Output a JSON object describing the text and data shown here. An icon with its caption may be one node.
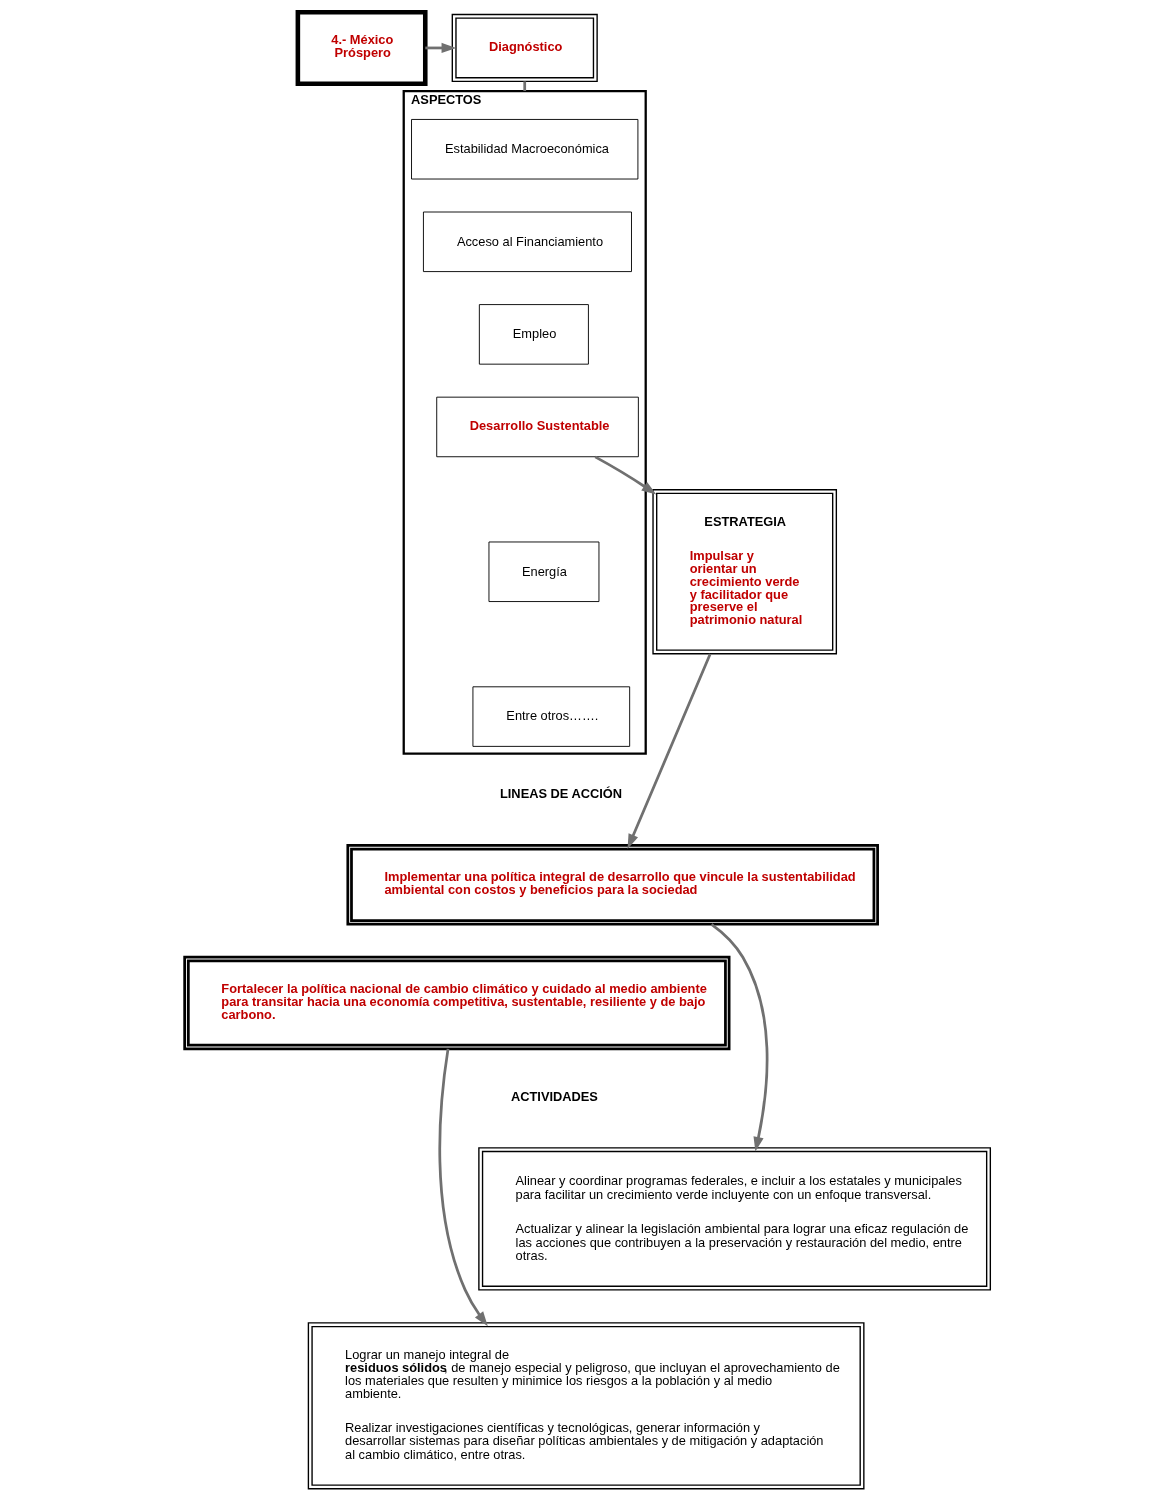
{
  "diagram": {
    "nodes": [
      {
        "text": [
          "4.- México Próspero"
        ]
      },
      {
        "text": [
          "Diagnóstico"
        ]
      },
      {
        "text": [
          "ASPECTOS"
        ]
      },
      {
        "text": [
          "Estabilidad Macroeconómica"
        ],
        "in": 2
      },
      {
        "text": [
          "Acceso al Financiamiento"
        ],
        "in": 2
      },
      {
        "text": [
          "Empleo"
        ],
        "in": 2
      },
      {
        "text": [
          "Desarrollo Sustentable"
        ],
        "in": 2
      },
      {
        "text": [
          "Energía"
        ],
        "in": 2
      },
      {
        "text": [
          "Entre otros……."
        ],
        "in": 2
      },
      {
        "text": [
          "ESTRATEGIA",
          "Impulsar y orientar un crecimiento verde y facilitador que preserve el patrimonio natural"
        ]
      },
      {
        "text": [
          "Implementar una política integral de desarrollo que vincule la sustentabilidad ambiental con costos y beneficios para la sociedad"
        ]
      },
      {
        "text": [
          "Fortalecer la política nacional de cambio climático y cuidado al medio ambiente para transitar hacia una economía competitiva, sustentable, resiliente y de bajo carbono."
        ]
      },
      {
        "text": [
          "Alinear y coordinar programas federales, e incluir a los estatales y municipales para facilitar un crecimiento verde incluyente con un enfoque transversal.",
          "Actualizar y alinear la legislación ambiental para lograr una eficaz regulación de las acciones que contribuyen a la preservación y restauración del medio, entre otras."
        ]
      },
      {
        "text": [
          "Lograr un manejo integral de **residuos sólidos**, de manejo especial y peligroso, que incluyan el aprovechamiento de los materiales que resulten y minimice los riesgos a la población y al medio ambiente.",
          "Realizar investigaciones científicas y tecnológicas, generar información y desarrollar sistemas para diseñar políticas ambientales y de mitigación y adaptación al cambio climático, entre otras."
        ]
      }
    ],
    "edges": [
      {
        "from": 0,
        "to": 1,
        "arrow": "to"
      },
      {
        "from": 1,
        "to": 2,
        "arrow": "none"
      },
      {
        "from": 6,
        "to": 9,
        "arrow": "to"
      },
      {
        "from": 9,
        "to": 10,
        "arrow": "to"
      },
      {
        "from": 10,
        "to": 12,
        "arrow": "to"
      },
      {
        "from": 11,
        "to": 13,
        "arrow": "to"
      }
    ],
    "labels": [
      "LINEAS DE ACCIÓN",
      "ACTIVIDADES"
    ]
  }
}
